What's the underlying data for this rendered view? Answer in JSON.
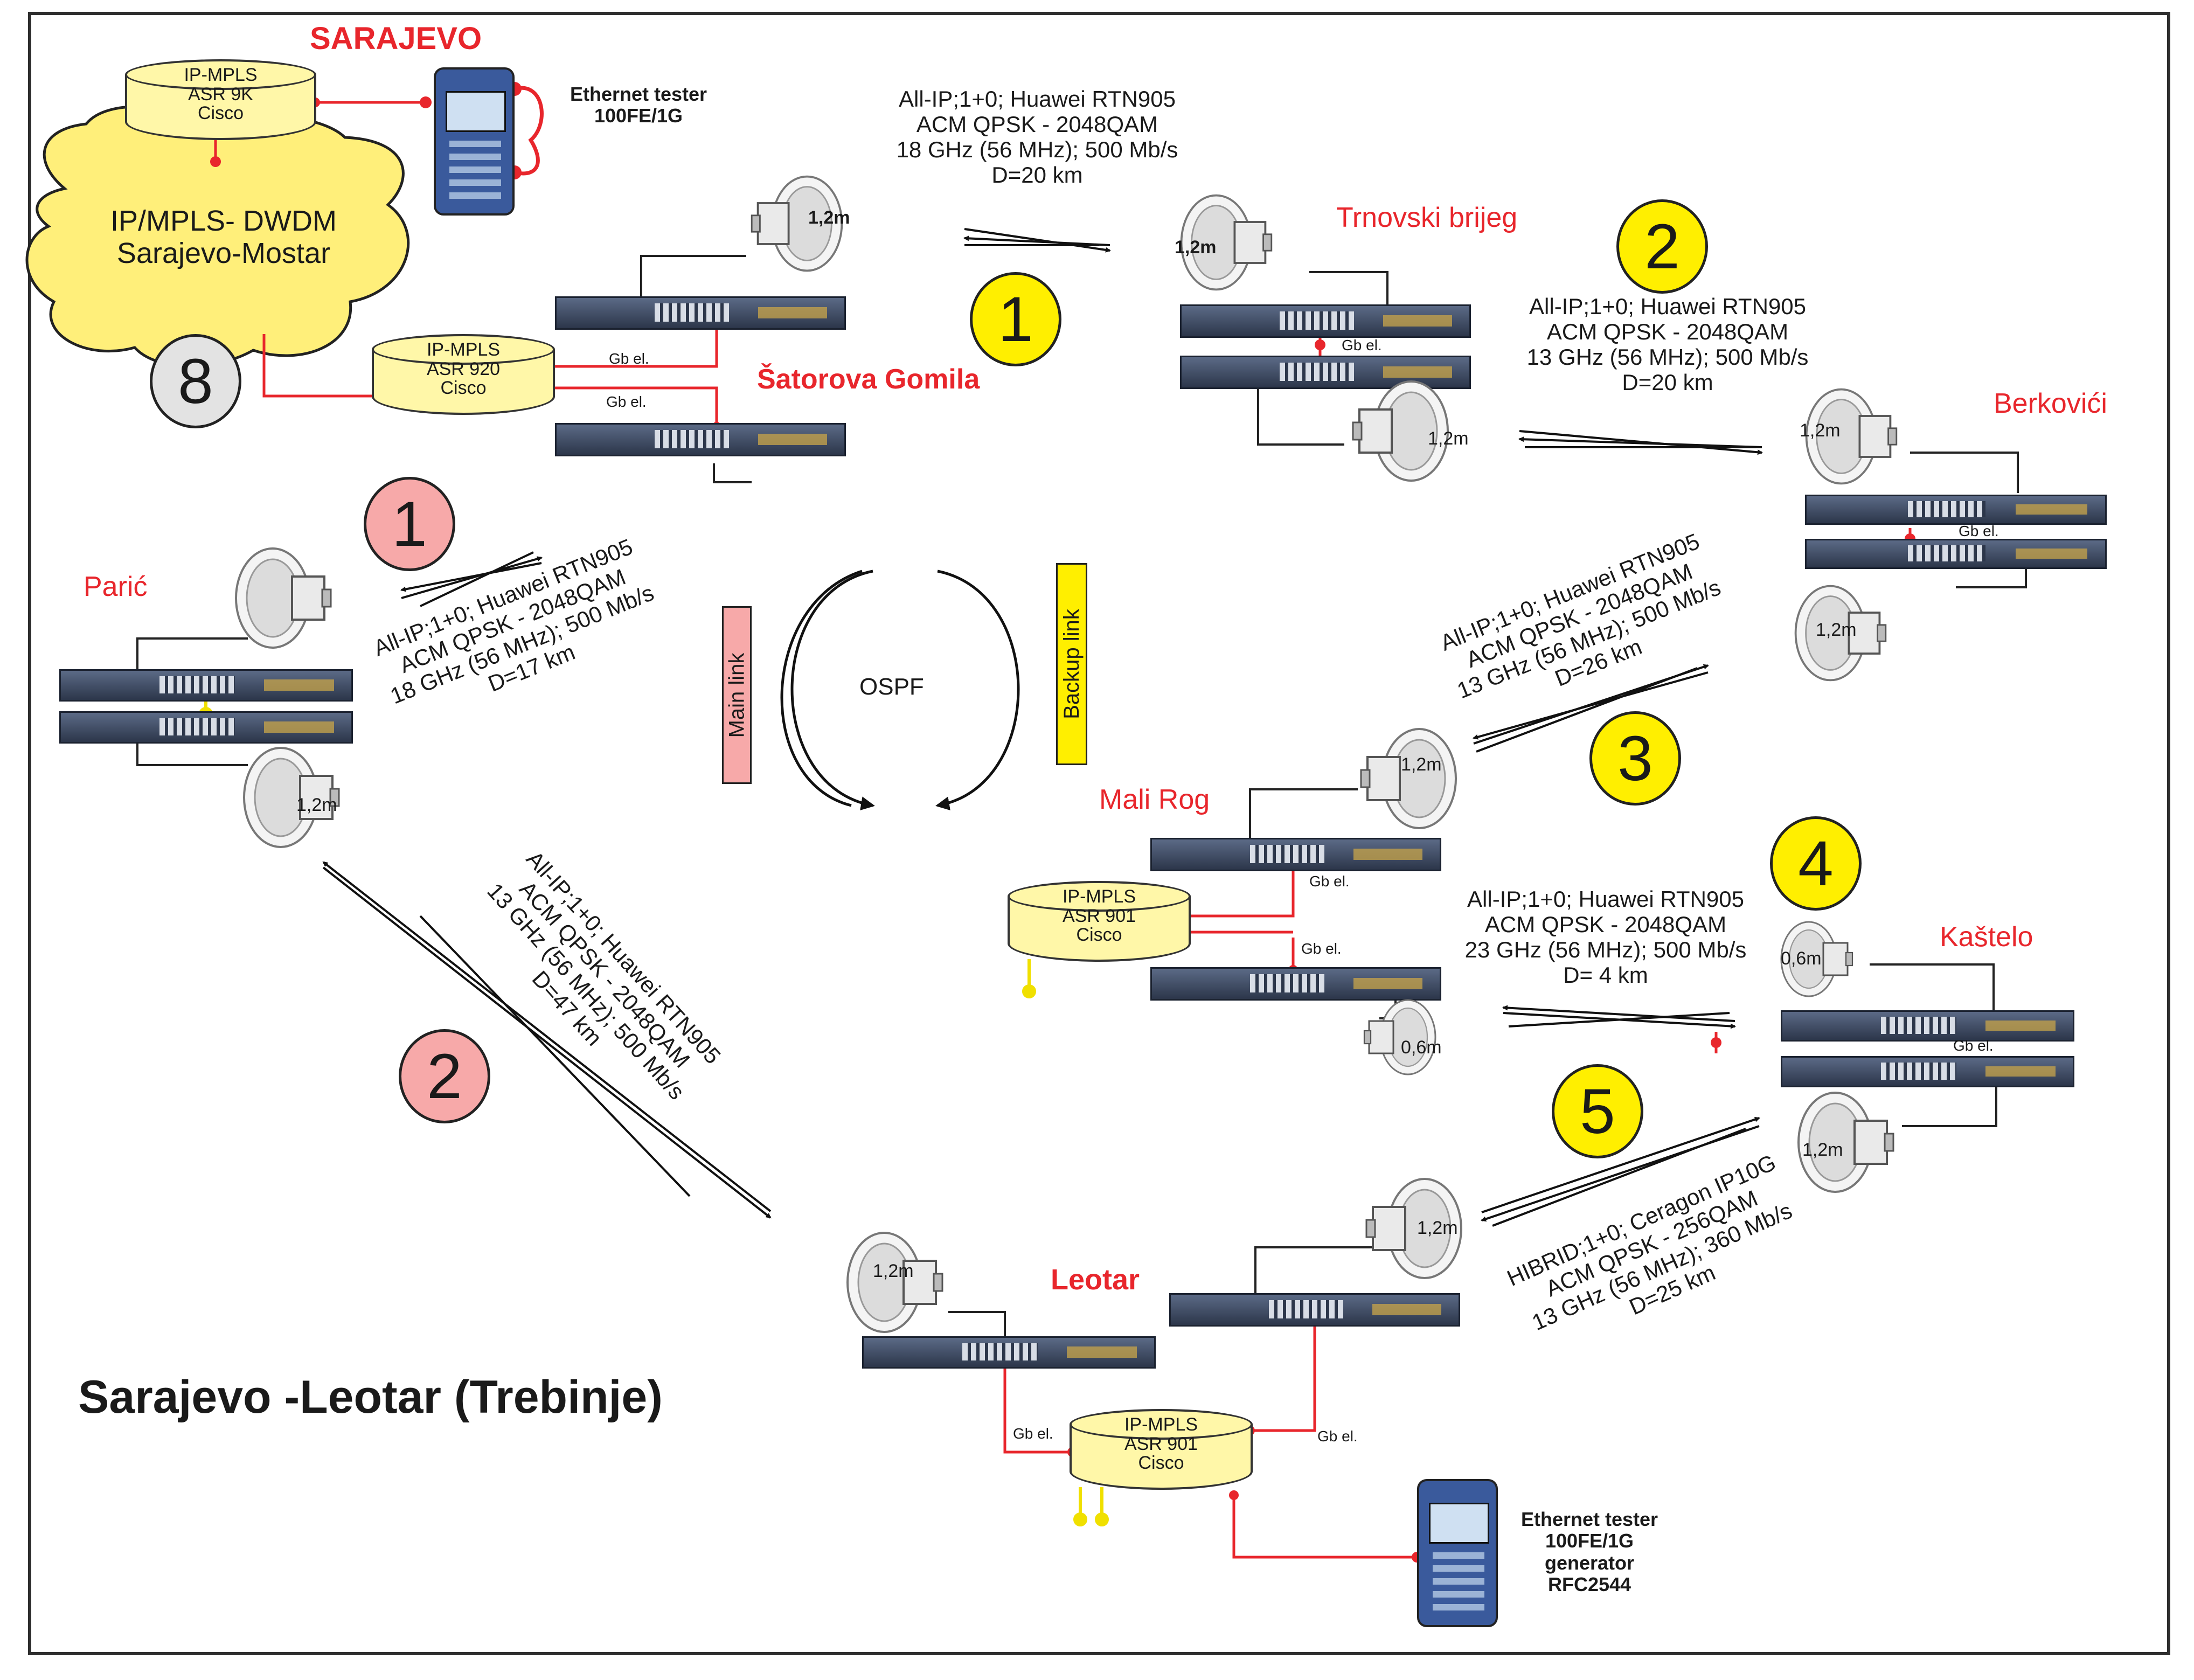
{
  "title": "Sarajevo -Leotar (Trebinje)",
  "sites": {
    "sarajevo": "SARAJEVO",
    "satorova": "Šatorova Gomila",
    "trnovski": "Trnovski brijeg",
    "berkovici": "Berkovići",
    "paric": "Parić",
    "mali_rog": "Mali Rog",
    "kastelo": "Kaštelo",
    "leotar": "Leotar"
  },
  "cloud": {
    "line1": "IP/MPLS- DWDM",
    "line2": "Sarajevo-Mostar"
  },
  "routers": {
    "sarajevo": [
      "IP-MPLS",
      "ASR 9K",
      "Cisco"
    ],
    "satorova": [
      "IP-MPLS",
      "ASR 920",
      "Cisco"
    ],
    "mali_rog": [
      "IP-MPLS",
      "ASR 901",
      "Cisco"
    ],
    "leotar": [
      "IP-MPLS",
      "ASR 901",
      "Cisco"
    ]
  },
  "testers": {
    "top": [
      "Ethernet tester",
      "100FE/1G"
    ],
    "bottom": [
      "Ethernet tester",
      "100FE/1G",
      "generator",
      "RFC2544"
    ]
  },
  "links": {
    "satorova_trnovski": [
      "All-IP;1+0;  Huawei RTN905",
      "ACM QPSK - 2048QAM",
      "18  GHz (56 MHz); 500 Mb/s",
      "D=20 km"
    ],
    "trnovski_berkovici": [
      "All-IP;1+0; Huawei RTN905",
      "ACM QPSK - 2048QAM",
      "13 GHz (56 MHz); 500 Mb/s",
      "D=20 km"
    ],
    "paric_satorova": [
      "All-IP;1+0; Huawei RTN905",
      "ACM QPSK - 2048QAM",
      "18 GHz (56 MHz); 500 Mb/s",
      "D=17 km"
    ],
    "berkovici_malirog": [
      "All-IP;1+0; Huawei RTN905",
      "ACM QPSK - 2048QAM",
      "13 GHz (56 MHz); 500 Mb/s",
      "D=26 km"
    ],
    "paric_leotar": [
      "All-IP;1+0; Huawei RTN905",
      "ACM QPSK - 2048QAM",
      "13 GHz (56 MHz); 500 Mb/s",
      "D=47 km"
    ],
    "malirog_kastelo": [
      "All-IP;1+0; Huawei RTN905",
      "ACM QPSK - 2048QAM",
      "23 GHz (56 MHz); 500 Mb/s",
      "D= 4 km"
    ],
    "kastelo_leotar": [
      "HIBRID;1+0; Ceragon IP10G",
      "ACM QPSK - 256QAM",
      "13 GHz (56 MHz); 360 Mb/s",
      "D=25 km"
    ]
  },
  "hop_numbers": {
    "yellow": [
      "1",
      "2",
      "3",
      "4",
      "5"
    ],
    "pink": [
      "1",
      "2"
    ],
    "gray": "8"
  },
  "antenna_labels": {
    "size_12": "1,2m",
    "size_06": "0,6m"
  },
  "gb_label": "Gb el.",
  "ospf": {
    "label": "OSPF",
    "main": "Main link",
    "backup": "Backup link"
  },
  "colors": {
    "red": "#e8262c",
    "yellow": "#ffef00",
    "pink": "#f7a9a9",
    "gray": "#e3e3e3",
    "router": "#fff7a8",
    "equipment": "#3d4a63"
  }
}
